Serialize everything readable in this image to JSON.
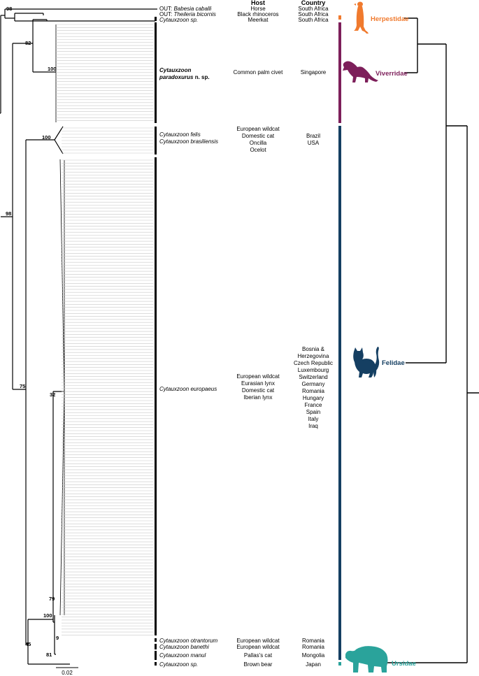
{
  "headers": {
    "host": "Host",
    "country": "Country"
  },
  "rows": {
    "babesia": {
      "prefix": "OUT: ",
      "species": "Babesia caballi",
      "host": "Horse",
      "country": "South Africa"
    },
    "theileria": {
      "prefix": "OUT: ",
      "species": "Theileria bicornis",
      "host": "Black rhinoceros",
      "country": "South Africa"
    },
    "meerkat": {
      "species": "Cytauxzoon sp.",
      "host": "Meerkat",
      "country": "South Africa"
    },
    "paradoxurus": {
      "species_line1": "Cytauxzoon",
      "species_line1_rest": "",
      "species_line2": "paradoxurus",
      "species_line2_rest": " n. sp.",
      "host": "Common palm civet",
      "country": "Singapore"
    },
    "felis": {
      "species1": "Cytauxzoon felis",
      "species2": "Cytauxzoon brasiliensis",
      "hosts": [
        "European wildcat",
        "Domestic cat",
        "Oncilla",
        "Ocelot"
      ],
      "countries": [
        "Brazil",
        "USA"
      ]
    },
    "europaeus": {
      "species": "Cytauxzoon europaeus",
      "hosts": [
        "European wildcat",
        "Eurasian lynx",
        "Domestic cat",
        "Iberian lynx"
      ],
      "countries": [
        "Bosnia &",
        "Herzegovina",
        "Czech Republic",
        "Luxembourg",
        "Switzerland",
        "Germany",
        "Romania",
        "Hungary",
        "France",
        "Spain",
        "Italy",
        "Iraq"
      ]
    },
    "otrantorum": {
      "species": "Cytauxzoon otrantorum",
      "host": "European wildcat",
      "country": "Romania"
    },
    "banethi": {
      "species": "Cytauxzoon banethi",
      "host": "European wildcat",
      "country": "Romania"
    },
    "manul": {
      "species": "Cytauxzoon manul",
      "host": "Pallas's cat",
      "country": "Mongolia"
    },
    "bear": {
      "species": "Cytauxzoon sp.",
      "host": "Brown bear",
      "country": "Japan"
    }
  },
  "support": {
    "b98_top": "98",
    "b82": "82",
    "b100_para": "100",
    "b100_felis": "100",
    "b98_mid": "98",
    "b75": "75",
    "b32": "32",
    "b79": "79",
    "b100_low": "100",
    "b9": "9",
    "b45": "45",
    "b81": "81"
  },
  "families": [
    {
      "name": "Herpestidae",
      "color": "#f07a2e",
      "icon": "meerkat-icon"
    },
    {
      "name": "Viverridae",
      "color": "#7d1f5a",
      "icon": "civet-icon"
    },
    {
      "name": "Felidae",
      "color": "#153f62",
      "icon": "cat-icon"
    },
    {
      "name": "Ursidae",
      "color": "#2aa39b",
      "icon": "bear-icon"
    }
  ],
  "scale": {
    "label": "0.02"
  }
}
